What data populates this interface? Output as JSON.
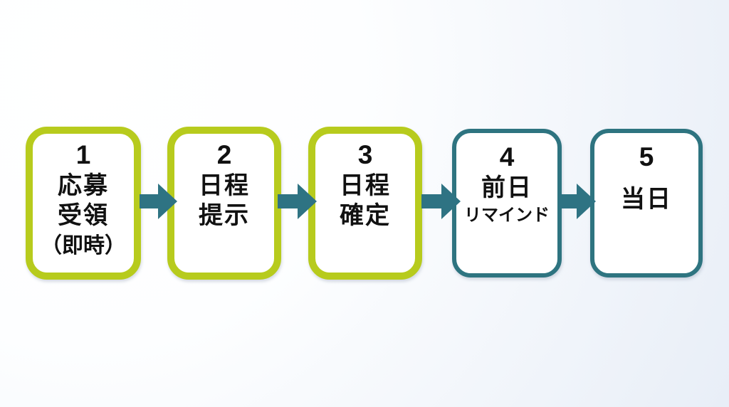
{
  "flow": {
    "steps": [
      {
        "number": "1",
        "lines": [
          "応募",
          "受領",
          "（即時）"
        ]
      },
      {
        "number": "2",
        "lines": [
          "日程",
          "提示"
        ]
      },
      {
        "number": "3",
        "lines": [
          "日程",
          "確定"
        ]
      },
      {
        "number": "4",
        "lines": [
          "前日",
          "リマインド"
        ]
      },
      {
        "number": "5",
        "lines": [
          "当日"
        ]
      }
    ],
    "colors": {
      "lime_border": "#b7cb1d",
      "teal_border": "#2e7480",
      "arrow": "#2e7383",
      "box_fill": "#ffffff",
      "text": "#111111",
      "background_top_left": "#ffffff",
      "background_bottom_right": "#e8eef7"
    }
  }
}
